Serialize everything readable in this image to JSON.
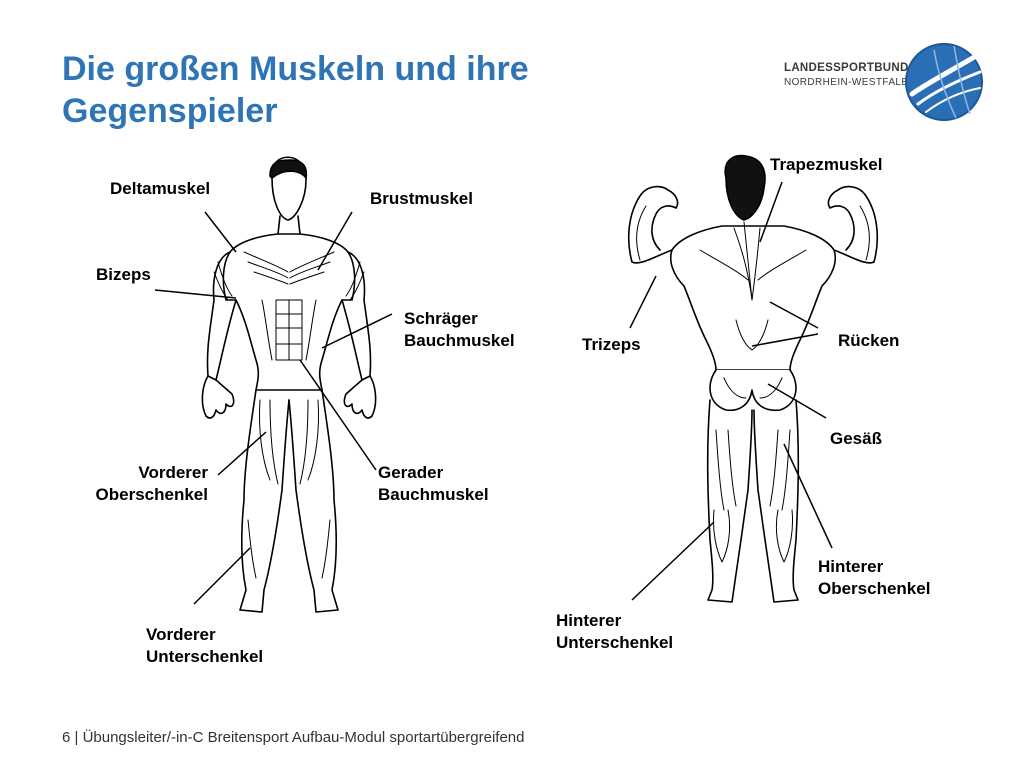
{
  "slide": {
    "title_line1": "Die großen Muskeln und ihre",
    "title_line2": "Gegenspieler",
    "footer": "6 | Übungsleiter/-in-C Breitensport Aufbau-Modul sportartübergreifend"
  },
  "logo": {
    "line1": "LANDESSPORTBUND",
    "line2": "NORDRHEIN-WESTFALEN"
  },
  "front_labels": {
    "deltamuskel": "Deltamuskel",
    "brustmuskel": "Brustmuskel",
    "bizeps": "Bizeps",
    "schraeger_1": "Schräger",
    "schraeger_2": "Bauchmuskel",
    "vorderer_ober_1": "Vorderer",
    "vorderer_ober_2": "Oberschenkel",
    "gerader_1": "Gerader",
    "gerader_2": "Bauchmuskel",
    "vorderer_unter_1": "Vorderer",
    "vorderer_unter_2": "Unterschenkel"
  },
  "back_labels": {
    "trapezmuskel": "Trapezmuskel",
    "trizeps": "Trizeps",
    "ruecken": "Rücken",
    "gesaess": "Gesäß",
    "hinterer_ober_1": "Hinterer",
    "hinterer_ober_2": "Oberschenkel",
    "hinterer_unter_1": "Hinterer",
    "hinterer_unter_2": "Unterschenkel"
  },
  "colors": {
    "title": "#2f75b5",
    "logo_ball": "#2a6fb6"
  }
}
